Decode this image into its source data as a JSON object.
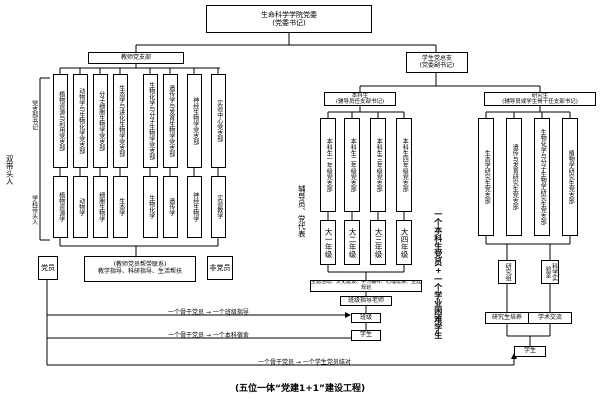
{
  "top": {
    "line1": "生命科学学院党委",
    "line2": "(党委书记)"
  },
  "dept_box": "教师党支部",
  "student_box": {
    "line1": "学生党总支",
    "line2": "(党委副书记)"
  },
  "undergrad": {
    "line1": "本科生",
    "line2": "(辅导员任支部书记)"
  },
  "grad": {
    "line1": "研究生",
    "line2": "(辅导员或学生骨干任支部书记)"
  },
  "dual_head": "双带头人",
  "party_secretary": "党支部书记",
  "discipline_head": "学科带头人",
  "teacher_branches": [
    "植物资源与利用党支部",
    "动物学与生物化学党支部",
    "分子细胞生物学党支部",
    "生态学与进化生物学党支部",
    "生物化学与分子生物学党支部",
    "遗传学与发育生物学党支部",
    "神经生物学党支部",
    "实验中心党支部"
  ],
  "teacher_disciplines": [
    "植物资源学",
    "动物学",
    "细胞生物学",
    "生态学",
    "生物化学",
    "遗传学",
    "神经生物学",
    "实验教学"
  ],
  "ug_branches": [
    "本科生一年级党支部",
    "本科生二年级党支部",
    "本科生三年级党支部",
    "本科生四年级党支部"
  ],
  "ug_grades": [
    "大一年级",
    "大二年级",
    "大三年级",
    "大四年级"
  ],
  "counselor": "辅导员、党代表",
  "ug_activity": "主题活动、文化建设、学习辅导、心理帮扶、生涯规划",
  "grad_branches": [
    "生态学研究生党支部",
    "遗传与发育研究生党支部",
    "生物化学与分子生物学研究生党支部",
    "植物学研究生党支部"
  ],
  "left_party": "党员",
  "left_nonparty": "非党员",
  "left_pair": {
    "line1": "(教师党员帮带联系)",
    "line2": "教学指导、科研指导、生活帮扶"
  },
  "class_tutor": "班级指导老师",
  "class_unit": "班级",
  "student": "学生",
  "research_group": "研究组",
  "lab": "科学实验室",
  "grad_left_bottom": "研究生培养",
  "grad_right_bottom": "学术交流",
  "grad_student": "学生",
  "arrow1": "一个骨干党员 → 一个班级指导",
  "arrow2": "一个骨干党员 → 一个本科宿舍",
  "arrow3": "一个骨干党员 → 一个学生党员结对",
  "right_vertical": "一个本科生党员+一个学业困难学生",
  "title": "(五位一体“党建1+1”建设工程)"
}
